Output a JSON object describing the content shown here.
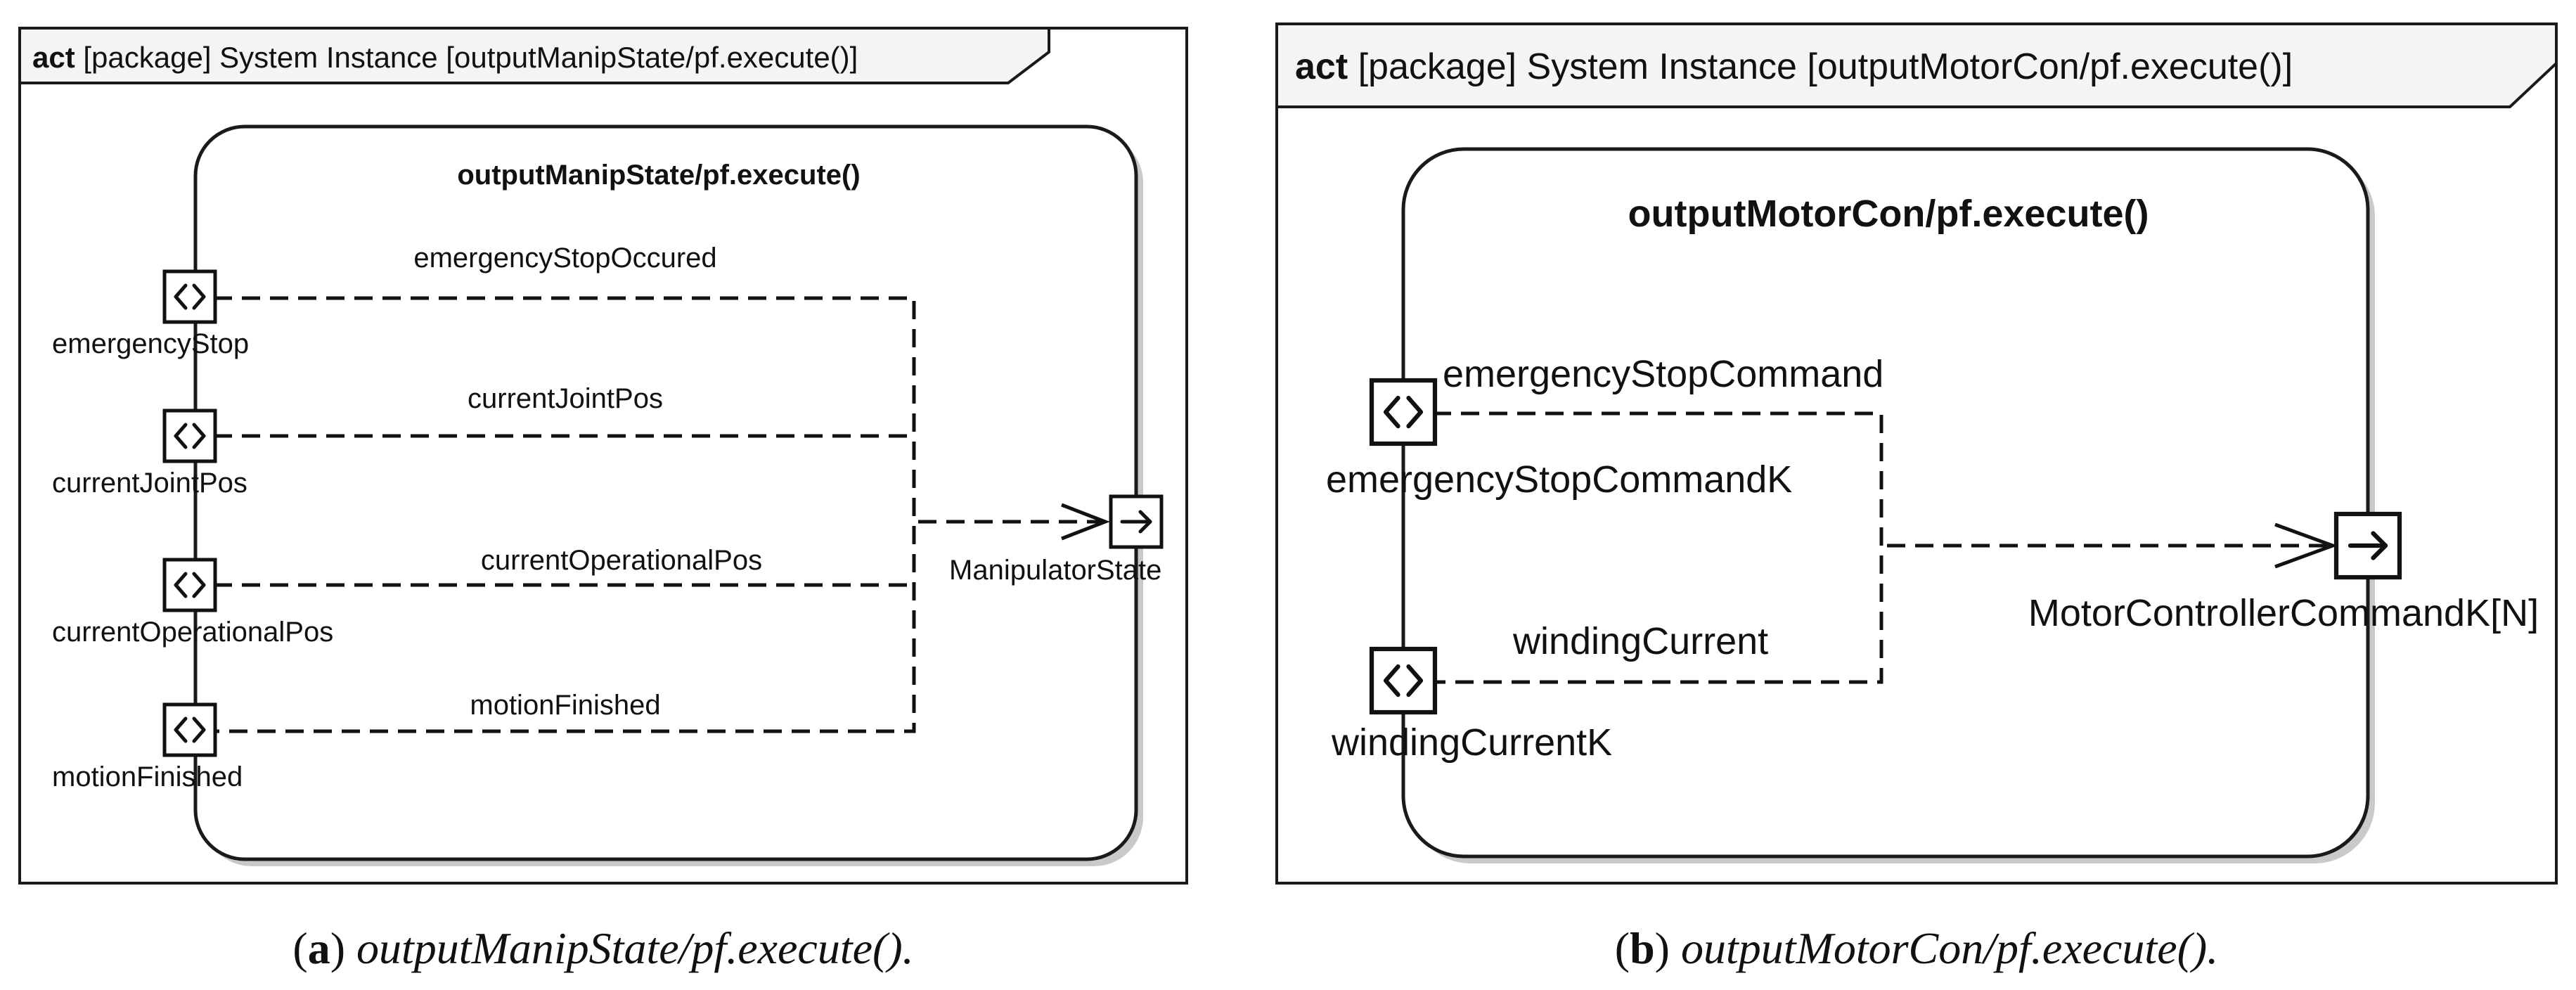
{
  "panel_a": {
    "header_keyword": "act",
    "header_text": " [package] System Instance [outputManipState/pf.execute()]",
    "activity_title": "outputManipState/pf.execute()",
    "input_pins": [
      {
        "pin_label": "emergencyStop",
        "flow_label": "emergencyStopOccured"
      },
      {
        "pin_label": "currentJointPos",
        "flow_label": "currentJointPos"
      },
      {
        "pin_label": "currentOperationalPos",
        "flow_label": "currentOperationalPos"
      },
      {
        "pin_label": "motionFinished",
        "flow_label": "motionFinished"
      }
    ],
    "output_pin_label": "ManipulatorState",
    "caption_letter": "a",
    "caption_text": "outputManipState/pf.execute()."
  },
  "panel_b": {
    "header_keyword": "act",
    "header_text": " [package] System Instance [outputMotorCon/pf.execute()]",
    "activity_title": "outputMotorCon/pf.execute()",
    "input_pins": [
      {
        "pin_label": "emergencyStopCommandK",
        "flow_label": "emergencyStopCommand"
      },
      {
        "pin_label": "windingCurrentK",
        "flow_label": "windingCurrent"
      }
    ],
    "output_pin_label": "MotorControllerCommandK[N]",
    "caption_letter": "b",
    "caption_text": "outputMotorCon/pf.execute()."
  },
  "icons": {
    "input_pin": "bidirectional-pin-icon",
    "output_pin": "output-pin-arrow-icon"
  }
}
